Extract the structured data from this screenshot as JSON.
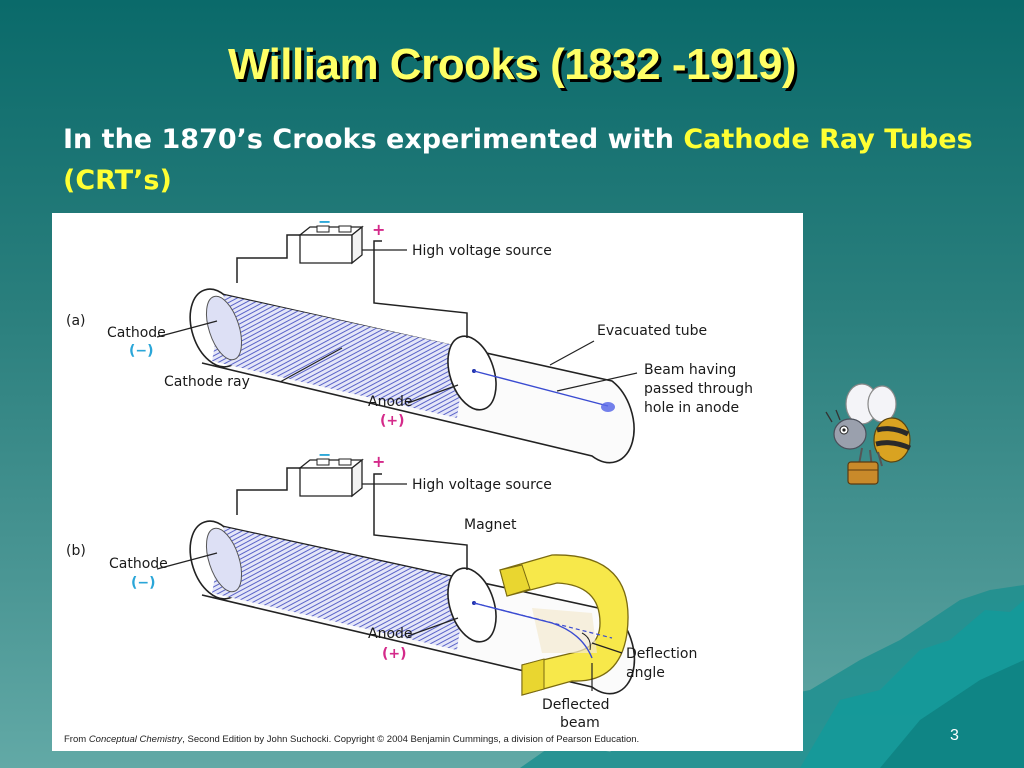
{
  "slide": {
    "title": "William Crooks (1832 -1919)",
    "subtitle_prefix": "In the 1870’s Crooks experimented with ",
    "subtitle_highlight": "Cathode Ray Tubes (CRT’s)",
    "page_number": "3"
  },
  "figure": {
    "panel_a": {
      "label": "(a)",
      "minus": "−",
      "plus": "+",
      "high_voltage": "High voltage source",
      "cathode": "Cathode",
      "cathode_sign": "(−)",
      "cathode_ray": "Cathode ray",
      "anode": "Anode",
      "anode_sign": "(+)",
      "evacuated_tube": "Evacuated tube",
      "beam_line1": "Beam having",
      "beam_line2": "passed through",
      "beam_line3": "hole in anode"
    },
    "panel_b": {
      "label": "(b)",
      "minus": "−",
      "plus": "+",
      "high_voltage": "High voltage source",
      "magnet": "Magnet",
      "cathode": "Cathode",
      "cathode_sign": "(−)",
      "anode": "Anode",
      "anode_sign": "(+)",
      "deflection_line1": "Deflection",
      "deflection_line2": "angle",
      "deflected_line1": "Deflected",
      "deflected_line2": "beam"
    },
    "caption_from": "From ",
    "caption_book": "Conceptual Chemistry",
    "caption_rest": ", Second Edition by John Suchocki. Copyright © 2004 Benjamin Cummings, a division of Pearson Education."
  },
  "colors": {
    "title": "#ffff66",
    "highlight": "#ffff33",
    "magnet": "#f7e84a",
    "beam": "#3a4bd1"
  }
}
